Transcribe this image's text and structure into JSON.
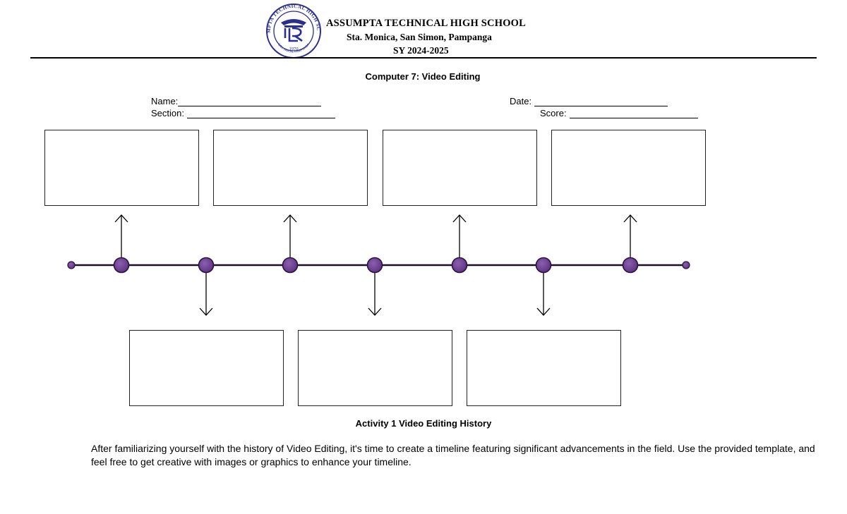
{
  "header": {
    "school_name": "ASSUMPTA TECHNICAL HIGH SCHOOL",
    "address": "Sta. Monica, San Simon, Pampanga",
    "school_year": "SY 2024-2025",
    "logo": {
      "ring_text": "ASSUMPTA TECHNICAL HIGH SCHOOL",
      "year": "1970",
      "bottom_text": "SAN SIMON, PAMPANGA"
    }
  },
  "worksheet": {
    "subject_title": "Computer 7: Video Editing",
    "fields": {
      "name_label": "Name:",
      "section_label": "Section:",
      "date_label": "Date:",
      "score_label": "Score:"
    },
    "activity_title": "Activity 1 Video Editing History",
    "instructions": "After familiarizing yourself with the history of Video Editing, it's time to create a timeline featuring significant advancements in the field. Use the provided template, and feel free to get creative with images or graphics to enhance your timeline."
  },
  "timeline": {
    "event_count": 7,
    "top_boxes": 4,
    "bottom_boxes": 3
  },
  "colors": {
    "logo_blue": "#2a2f8f",
    "node_fill": "#6a3d8c",
    "node_fill_light": "#8a5fb0",
    "node_stroke": "#2b1140",
    "line": "#1c0f2a"
  }
}
